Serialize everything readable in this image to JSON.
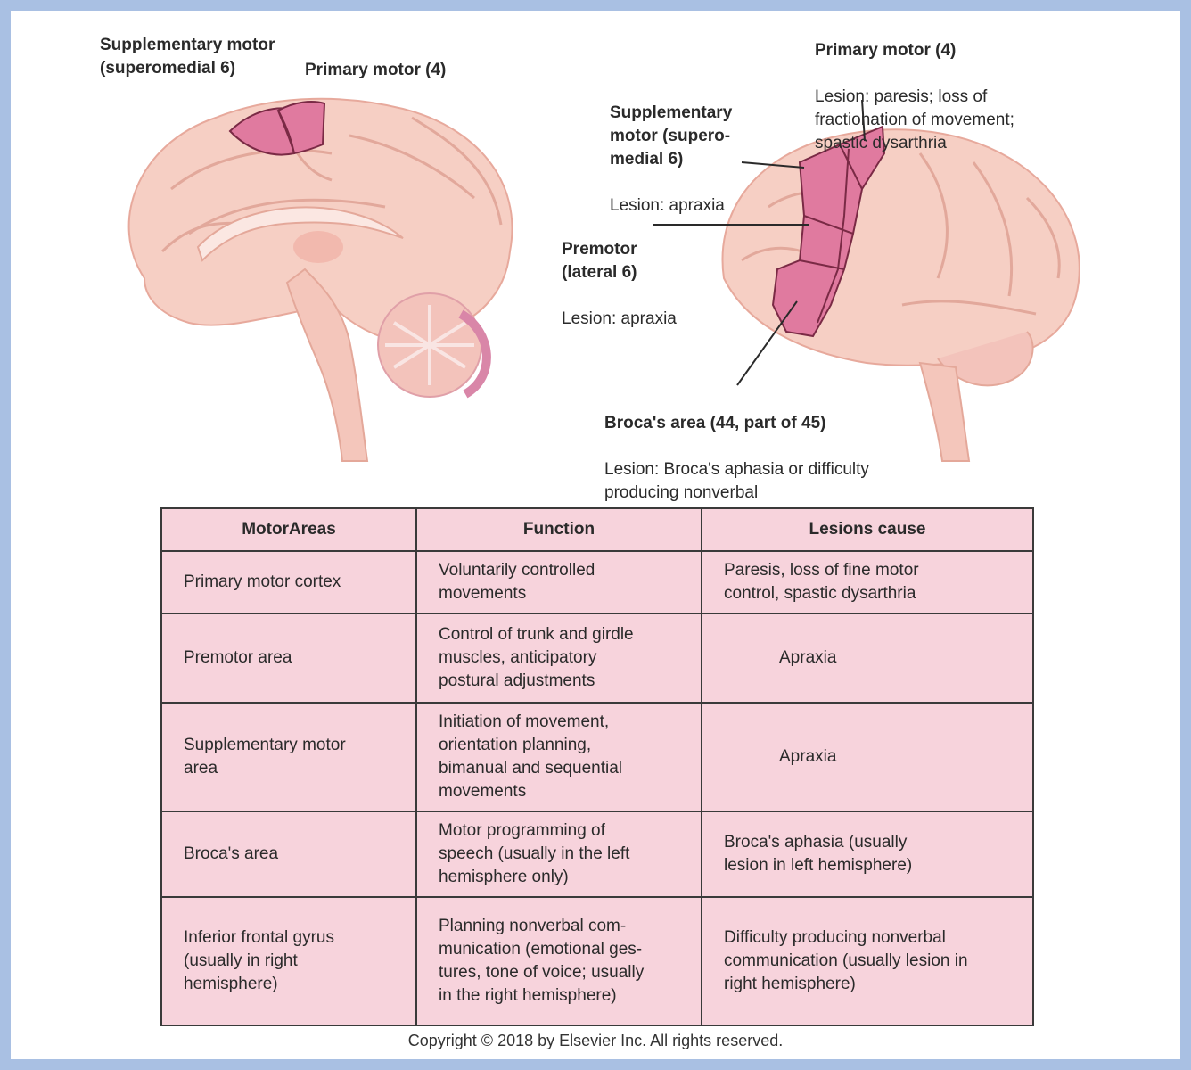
{
  "left_brain": {
    "supplementary_label": "Supplementary motor\n(superomedial 6)",
    "primary_label": "Primary motor (4)"
  },
  "right_brain": {
    "primary": {
      "title": "Primary motor (4)",
      "lesion": "Lesion: paresis; loss of\nfractionation of movement;\nspastic dysarthria"
    },
    "supplementary": {
      "title": "Supplementary\nmotor (supero-\nmedial 6)",
      "lesion": "Lesion: apraxia"
    },
    "premotor": {
      "title": "Premotor\n(lateral 6)",
      "lesion": "Lesion: apraxia"
    },
    "broca": {
      "title": "Broca's area (44, part of 45)",
      "lesion": "Lesion: Broca's aphasia or difficulty\nproducing nonverbal\ncommunication"
    }
  },
  "table": {
    "headers": [
      "MotorAreas",
      "Function",
      "Lesions cause"
    ],
    "rows": [
      [
        "Primary motor cortex",
        "Voluntarily controlled\nmovements",
        "Paresis, loss of fine motor\ncontrol, spastic dysarthria"
      ],
      [
        "Premotor area",
        "Control of trunk and girdle\nmuscles, anticipatory\npostural adjustments",
        "Apraxia"
      ],
      [
        "Supplementary motor\narea",
        "Initiation of movement,\norientation planning,\nbimanual and sequential\nmovements",
        "Apraxia"
      ],
      [
        "Broca's area",
        "Motor programming of\nspeech (usually in the left\nhemisphere only)",
        "Broca's aphasia (usually\nlesion in left hemisphere)"
      ],
      [
        "Inferior frontal gyrus\n(usually in right\nhemisphere)",
        "Planning nonverbal com-\nmunication (emotional ges-\ntures, tone of voice; usually\nin the right hemisphere)",
        "Difficulty producing nonverbal\ncommunication (usually lesion in\nright hemisphere)"
      ]
    ]
  },
  "copyright": "Copyright © 2018 by Elsevier Inc. All rights reserved.",
  "colors": {
    "brain_fill": "#f6cfc4",
    "brain_shadow": "#eab2a6",
    "highlight": "#e07a9f",
    "table_bg": "#f7d3dc",
    "frame_border": "#a9c0e3"
  }
}
